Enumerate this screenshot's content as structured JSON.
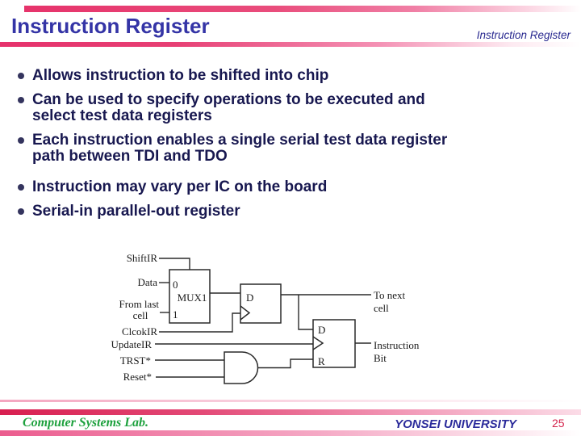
{
  "header": {
    "title": "Instruction Register",
    "corner_label": "Instruction Register"
  },
  "bullets": [
    {
      "text": "Allows instruction to be shifted into chip"
    },
    {
      "text": "Can be used to specify operations to be executed and\nselect test data registers"
    },
    {
      "text": "Each instruction enables a single serial test data register\npath between TDI and TDO"
    },
    {
      "text": "Instruction may vary per IC on the board"
    },
    {
      "text": "Serial-in parallel-out register"
    }
  ],
  "diagram": {
    "labels": {
      "shiftir": "ShiftIR",
      "data": "Data",
      "from_last_line1": "From last",
      "from_last_line2": "cell",
      "clcokir": "ClcokIR",
      "updateir": "UpdateIR",
      "trst": "TRST*",
      "reset": "Reset*",
      "mux_in0": "0",
      "mux_in1": "1",
      "mux": "MUX1",
      "ff1_d": "D",
      "ff2_d": "D",
      "ff2_r": "R",
      "to_next_line1": "To next",
      "to_next_line2": "cell",
      "out_line1": "Instruction",
      "out_line2": "Bit"
    }
  },
  "footer": {
    "lab": "Computer Systems Lab.",
    "university": "YONSEI UNIVERSITY",
    "page": "25"
  },
  "colors": {
    "accent_pink": "#e6336b",
    "title_blue": "#3434a6",
    "body_text": "#181850",
    "footer_green": "#1ea13e",
    "university_blue": "#2b2b9b",
    "page_number_red": "#d4244c"
  }
}
